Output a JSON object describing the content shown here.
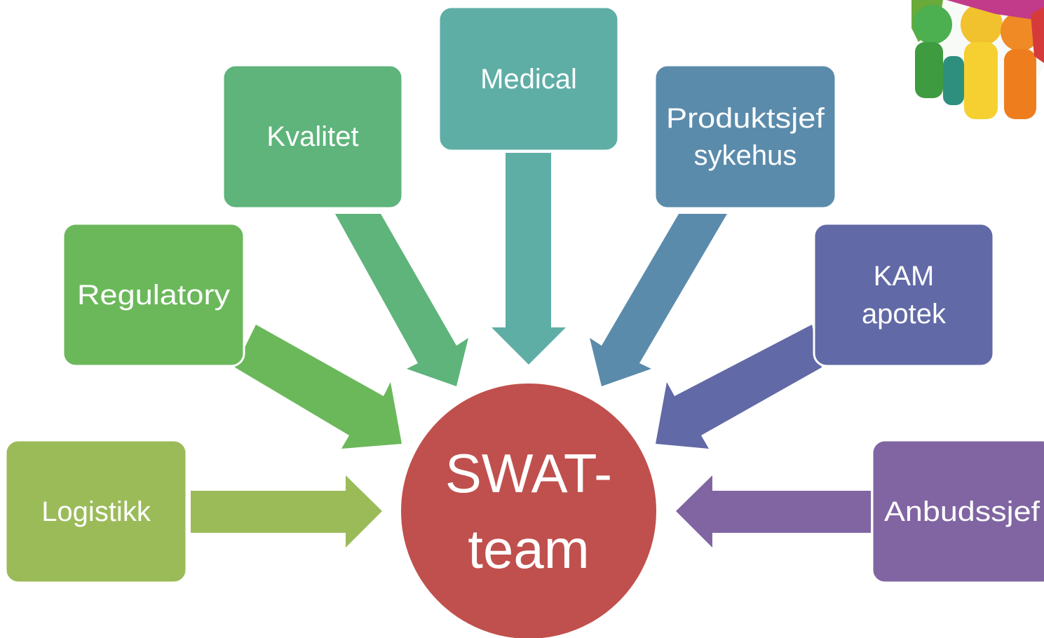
{
  "colors": {
    "logistikk": "#9bbb59",
    "regulatory": "#6bb85b",
    "kvalitet": "#5eb47b",
    "medical": "#5eaea6",
    "produktsjef": "#5b8bab",
    "kam": "#6169a6",
    "anbudssjef": "#8065a2",
    "center": "#c0504d"
  },
  "nodes": {
    "logistikk": "Logistikk",
    "regulatory": "Regulatory",
    "kvalitet": "Kvalitet",
    "medical": "Medical",
    "produktsjef_line1": "Produktsjef",
    "produktsjef_line2": "sykehus",
    "kam_line1": "KAM",
    "kam_line2": "apotek",
    "anbudssjef": "Anbudssjef"
  },
  "center": {
    "line1": "SWAT-",
    "line2": "team"
  },
  "icons": {
    "corner_image": "team-figures-icon"
  }
}
